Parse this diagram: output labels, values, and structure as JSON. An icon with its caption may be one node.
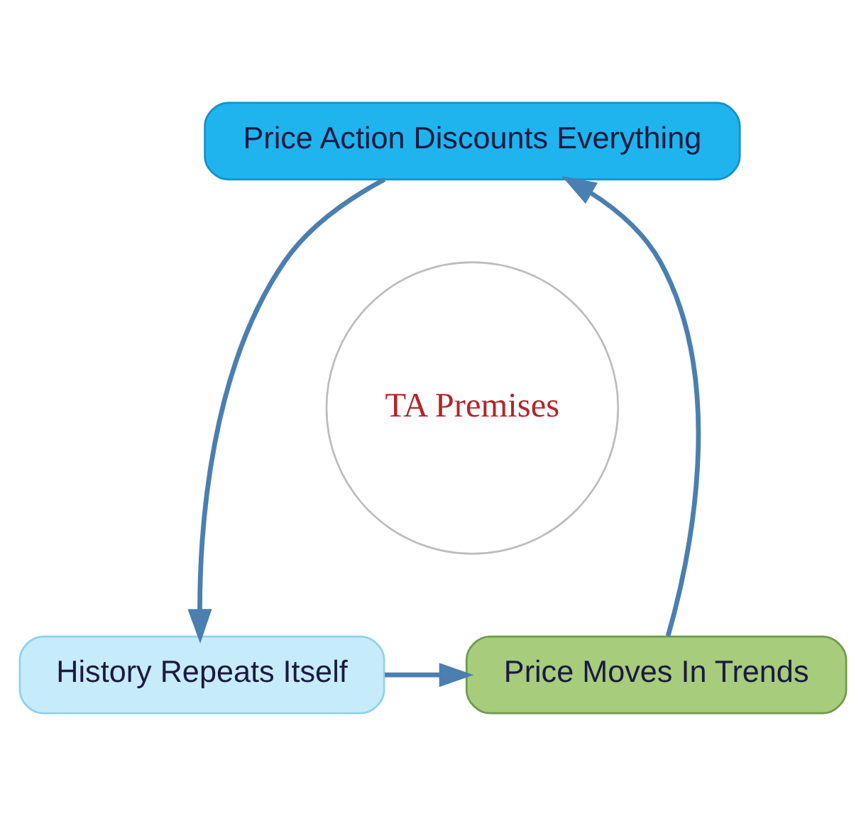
{
  "diagram": {
    "nodes": [
      {
        "text": [
          "TA Premises"
        ]
      },
      {
        "text": [
          "Price Action Discounts Everything"
        ]
      },
      {
        "text": [
          "History Repeats Itself"
        ]
      },
      {
        "text": [
          "Price Moves In Trends"
        ]
      }
    ],
    "edges": [
      {
        "from": 1,
        "to": 2,
        "arrow": "to"
      },
      {
        "from": 2,
        "to": 3,
        "arrow": "to"
      },
      {
        "from": 3,
        "to": 1,
        "arrow": "to"
      }
    ]
  }
}
